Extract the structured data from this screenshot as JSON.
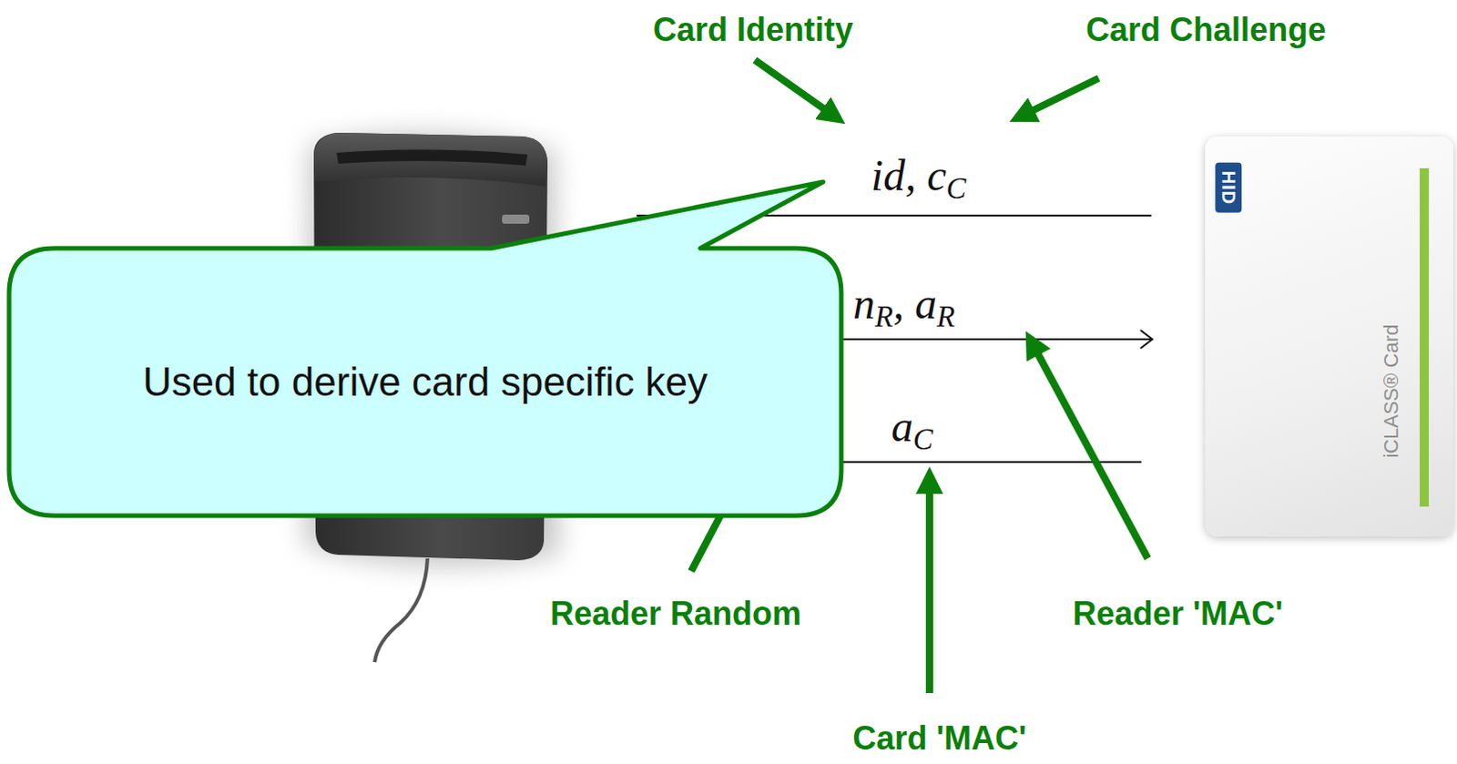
{
  "diagram": {
    "nodes": [
      {
        "text": [
          "Used to derive card specific key"
        ]
      },
      {
        "text": [
          "HID",
          "iCLASS® Card"
        ]
      }
    ],
    "labels": [
      "Card Identity",
      "Card Challenge",
      "id, cC",
      "nR, aR",
      "aC",
      "Reader Random",
      "Reader 'MAC'",
      "Card 'MAC'"
    ]
  }
}
